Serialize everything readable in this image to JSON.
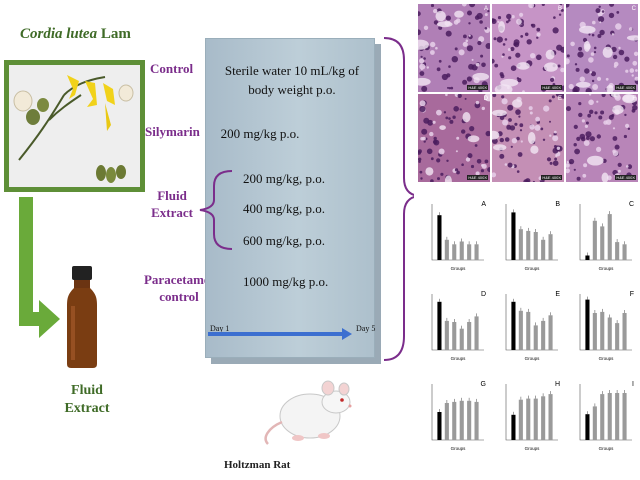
{
  "plant": {
    "name_italic": "Cordia lutea",
    "name_author": " Lam"
  },
  "fluid_extract_label_1": "Fluid",
  "fluid_extract_label_2": "Extract",
  "groups": {
    "control": "Control",
    "silymarin": "Silymarin",
    "fluid_1": "Fluid",
    "fluid_2": "Extract",
    "para_1": "Paracetamol",
    "para_2": "control"
  },
  "doses": {
    "control_1": "Sterile water 10 mL/kg of",
    "control_2": "body weight p.o.",
    "silymarin": "200 mg/kg p.o.",
    "fluid_low": "200 mg/kg, p.o.",
    "fluid_mid": "400 mg/kg, p.o.",
    "fluid_high": "600 mg/kg, p.o.",
    "paracetamol": "1000 mg/kg p.o."
  },
  "timeline": {
    "start": "Day 1",
    "end": "Day 5"
  },
  "animal": "Holtzman Rat",
  "histology": [
    {
      "letter": "A",
      "scale": "H&E 400X"
    },
    {
      "letter": "B",
      "scale": "H&E 400X"
    },
    {
      "letter": "C",
      "scale": "H&E 400X"
    },
    {
      "letter": "D",
      "scale": "H&E 400X"
    },
    {
      "letter": "E",
      "scale": "H&E 400X"
    },
    {
      "letter": "F",
      "scale": "H&E 400X"
    }
  ],
  "mini_charts_xlabel": "Groups",
  "chart_data": [
    {
      "type": "bar",
      "letter": "A",
      "values": [
        0.8,
        0.36,
        0.28,
        0.33,
        0.28,
        0.28
      ],
      "ylim": [
        0,
        1
      ]
    },
    {
      "type": "bar",
      "letter": "B",
      "values": [
        0.85,
        0.55,
        0.52,
        0.5,
        0.36,
        0.46
      ],
      "ylim": [
        0,
        1
      ]
    },
    {
      "type": "bar",
      "letter": "C",
      "values": [
        0.08,
        0.7,
        0.6,
        0.82,
        0.32,
        0.28
      ],
      "ylim": [
        0,
        1
      ]
    },
    {
      "type": "bar",
      "letter": "D",
      "values": [
        0.86,
        0.52,
        0.5,
        0.38,
        0.5,
        0.6
      ],
      "ylim": [
        0,
        1
      ]
    },
    {
      "type": "bar",
      "letter": "E",
      "values": [
        0.86,
        0.7,
        0.68,
        0.44,
        0.52,
        0.62
      ],
      "ylim": [
        0,
        1
      ]
    },
    {
      "type": "bar",
      "letter": "F",
      "values": [
        0.9,
        0.66,
        0.68,
        0.58,
        0.48,
        0.66
      ],
      "ylim": [
        0,
        1
      ]
    },
    {
      "type": "bar",
      "letter": "G",
      "values": [
        0.5,
        0.66,
        0.68,
        0.7,
        0.7,
        0.68
      ],
      "ylim": [
        0,
        1
      ]
    },
    {
      "type": "bar",
      "letter": "H",
      "values": [
        0.45,
        0.72,
        0.74,
        0.74,
        0.78,
        0.82
      ],
      "ylim": [
        0,
        1
      ]
    },
    {
      "type": "bar",
      "letter": "I",
      "values": [
        0.46,
        0.6,
        0.82,
        0.84,
        0.84,
        0.84
      ],
      "ylim": [
        0,
        1
      ]
    }
  ],
  "colors": {
    "green": "#5e8f37",
    "purple": "#7b2d8b",
    "bar_dark": "#000000",
    "bar_light": "#9a9a9a",
    "arrow_blue": "#3c6fd0"
  }
}
